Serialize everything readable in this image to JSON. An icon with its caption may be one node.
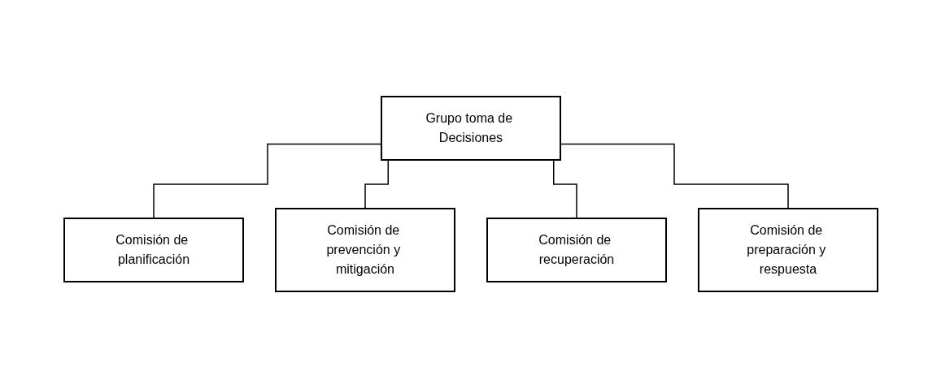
{
  "diagram": {
    "nodes": [
      {
        "text": [
          "Grupo toma de Decisiones"
        ]
      },
      {
        "text": [
          "Comisión de planificación"
        ]
      },
      {
        "text": [
          "Comisión de prevención y mitigación"
        ]
      },
      {
        "text": [
          "Comisión de recuperación"
        ]
      },
      {
        "text": [
          "Comisión de preparación y respuesta"
        ]
      }
    ],
    "edges": [
      {
        "from": 0,
        "to": 1,
        "arrow": "none"
      },
      {
        "from": 0,
        "to": 2,
        "arrow": "none"
      },
      {
        "from": 0,
        "to": 3,
        "arrow": "none"
      },
      {
        "from": 0,
        "to": 4,
        "arrow": "none"
      }
    ]
  }
}
